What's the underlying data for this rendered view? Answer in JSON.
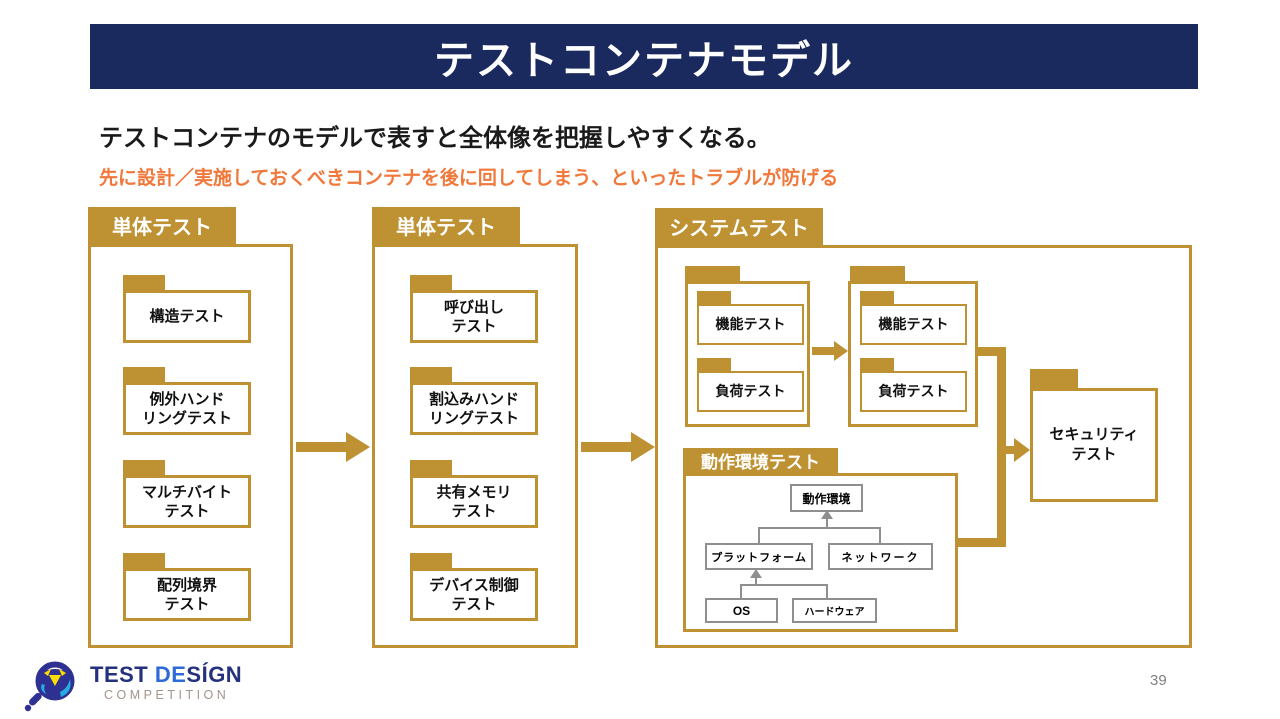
{
  "slide": {
    "title": "テストコンテナモデル",
    "subtitle": "テストコンテナのモデルで表すと全体像を把握しやすくなる。",
    "note": "先に設計／実施しておくべきコンテナを後に回してしまう、といったトラブルが防げる",
    "page_number": "39"
  },
  "colors": {
    "banner_navy": "#1B2A5E",
    "gold": "#BE9132",
    "note_orange": "#F0783B",
    "tree_gray": "#8F8F8F",
    "page_gray": "#7F7F7F",
    "logo_navy": "#2E3192",
    "logo_blue": "#2F6BD8",
    "logo_taupe": "#A3948C"
  },
  "containers": {
    "unit1": {
      "label": "単体テスト",
      "items": [
        "構造テスト",
        "例外ハンド\nリングテスト",
        "マルチバイト\nテスト",
        "配列境界\nテスト"
      ]
    },
    "unit2": {
      "label": "単体テスト",
      "items": [
        "呼び出し\nテスト",
        "割込みハンド\nリングテスト",
        "共有メモリ\nテスト",
        "デバイス制御\nテスト"
      ]
    },
    "system": {
      "label": "システムテスト",
      "sub1": {
        "items": [
          "機能テスト",
          "負荷テスト"
        ]
      },
      "sub2": {
        "items": [
          "機能テスト",
          "負荷テスト"
        ]
      },
      "env": {
        "label": "動作環境テスト",
        "nodes": {
          "top": "動作環境",
          "mid_left": "プラットフォーム",
          "mid_right": "ネットワーク",
          "bottom_left": "OS",
          "bottom_right": "ハードウェア"
        }
      },
      "security": {
        "label": "セキュリティ\nテスト"
      }
    }
  },
  "logo": {
    "part1": "TEST ",
    "part2": "DE",
    "part3": "SÍGN",
    "subtext": "COMPETITION"
  }
}
